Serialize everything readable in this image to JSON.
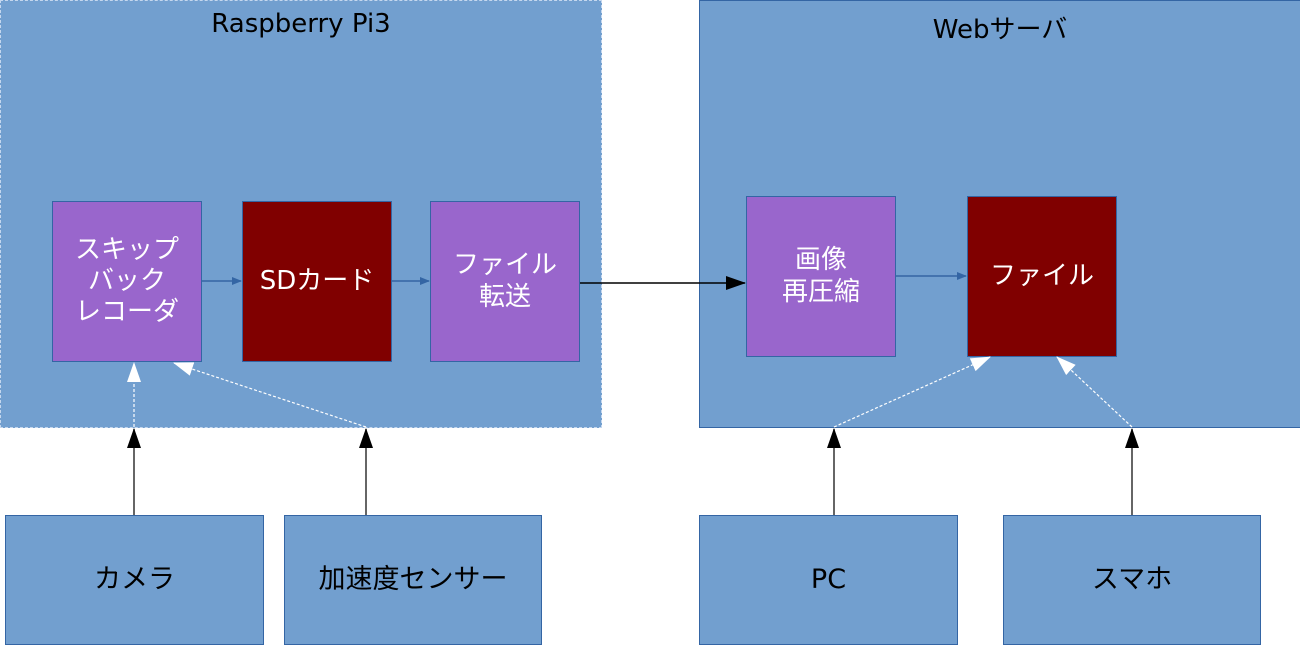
{
  "diagram": {
    "containers": {
      "rpi": {
        "title": "Raspberry Pi3"
      },
      "web": {
        "title": "Webサーバ"
      }
    },
    "nodes": {
      "skipback": {
        "label": "スキップ\nバック\nレコーダ"
      },
      "sdcard": {
        "label": "SDカード"
      },
      "transfer": {
        "label": "ファイル\n転送"
      },
      "recompress": {
        "label": "画像\n再圧縮"
      },
      "file": {
        "label": "ファイル"
      },
      "camera": {
        "label": "カメラ"
      },
      "accel": {
        "label": "加速度センサー"
      },
      "pc": {
        "label": "PC"
      },
      "phone": {
        "label": "スマホ"
      }
    },
    "edges": [
      {
        "from": "skipback",
        "to": "sdcard",
        "style": "solid-blue"
      },
      {
        "from": "sdcard",
        "to": "transfer",
        "style": "solid-blue"
      },
      {
        "from": "transfer",
        "to": "recompress",
        "style": "solid-black"
      },
      {
        "from": "recompress",
        "to": "file",
        "style": "solid-blue"
      },
      {
        "from": "camera",
        "to": "skipback",
        "style": "solid-black+dotted-white"
      },
      {
        "from": "accel",
        "to": "skipback",
        "style": "solid-black+dotted-white"
      },
      {
        "from": "pc",
        "to": "file",
        "style": "solid-black+dotted-white"
      },
      {
        "from": "phone",
        "to": "file",
        "style": "solid-black+dotted-white"
      }
    ],
    "colors": {
      "container": "#729fcf",
      "process": "#9966cc",
      "storage": "#800000"
    }
  }
}
